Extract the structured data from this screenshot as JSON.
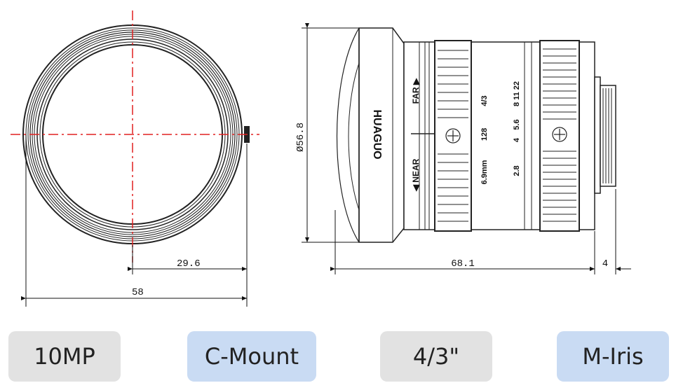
{
  "front_view": {
    "dim_radius": "29.6",
    "dim_diameter": "58"
  },
  "side_view": {
    "dim_diameter": "Ø56.8",
    "dim_length": "68.1",
    "dim_mount": "4",
    "brand": "HUAGUO",
    "focus_far": "FAR ▶",
    "focus_near": "◀ NEAR",
    "focal_length": "6.9mm",
    "format": "4/3",
    "fstop_128": "128",
    "fstop_28": "2.8",
    "fstop_4": "4",
    "fstop_5": "5.6",
    "fstop_811": "8 11 22"
  },
  "tags": [
    {
      "label": "10MP",
      "color": "#e2e2e2"
    },
    {
      "label": "C-Mount",
      "color": "#c9dbf3"
    },
    {
      "label": "4/3\"",
      "color": "#e2e2e2"
    },
    {
      "label": "M-Iris",
      "color": "#c9dbf3"
    }
  ]
}
